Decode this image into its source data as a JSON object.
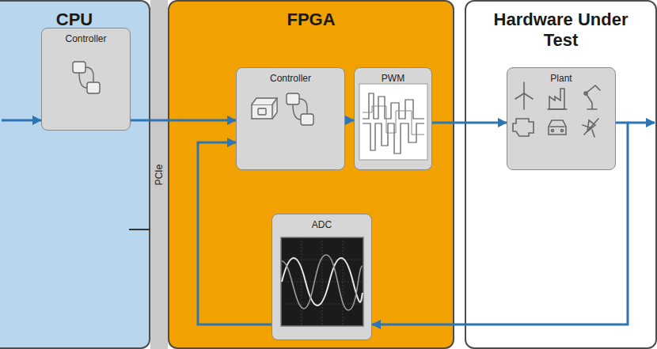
{
  "diagram": {
    "nodes": [
      {
        "text": [
          "CPU"
        ]
      },
      {
        "text": [
          "Controller"
        ],
        "in": 0
      },
      {
        "text": [
          "PCIe"
        ]
      },
      {
        "text": [
          "FPGA"
        ]
      },
      {
        "text": [
          "Controller"
        ],
        "in": 3
      },
      {
        "text": [
          "PWM"
        ],
        "in": 3
      },
      {
        "text": [
          "ADC"
        ],
        "in": 3
      },
      {
        "text": [
          "Hardware Under Test"
        ]
      },
      {
        "text": [
          "Plant"
        ],
        "in": 7
      }
    ],
    "edges": [
      {
        "from": 1,
        "to": 4,
        "arrow": "to"
      },
      {
        "from": 4,
        "to": 5,
        "arrow": "to"
      },
      {
        "from": 5,
        "to": 8,
        "arrow": "to"
      },
      {
        "from": 8,
        "to": 6,
        "arrow": "to"
      },
      {
        "from": 6,
        "to": 4,
        "arrow": "to"
      }
    ]
  }
}
